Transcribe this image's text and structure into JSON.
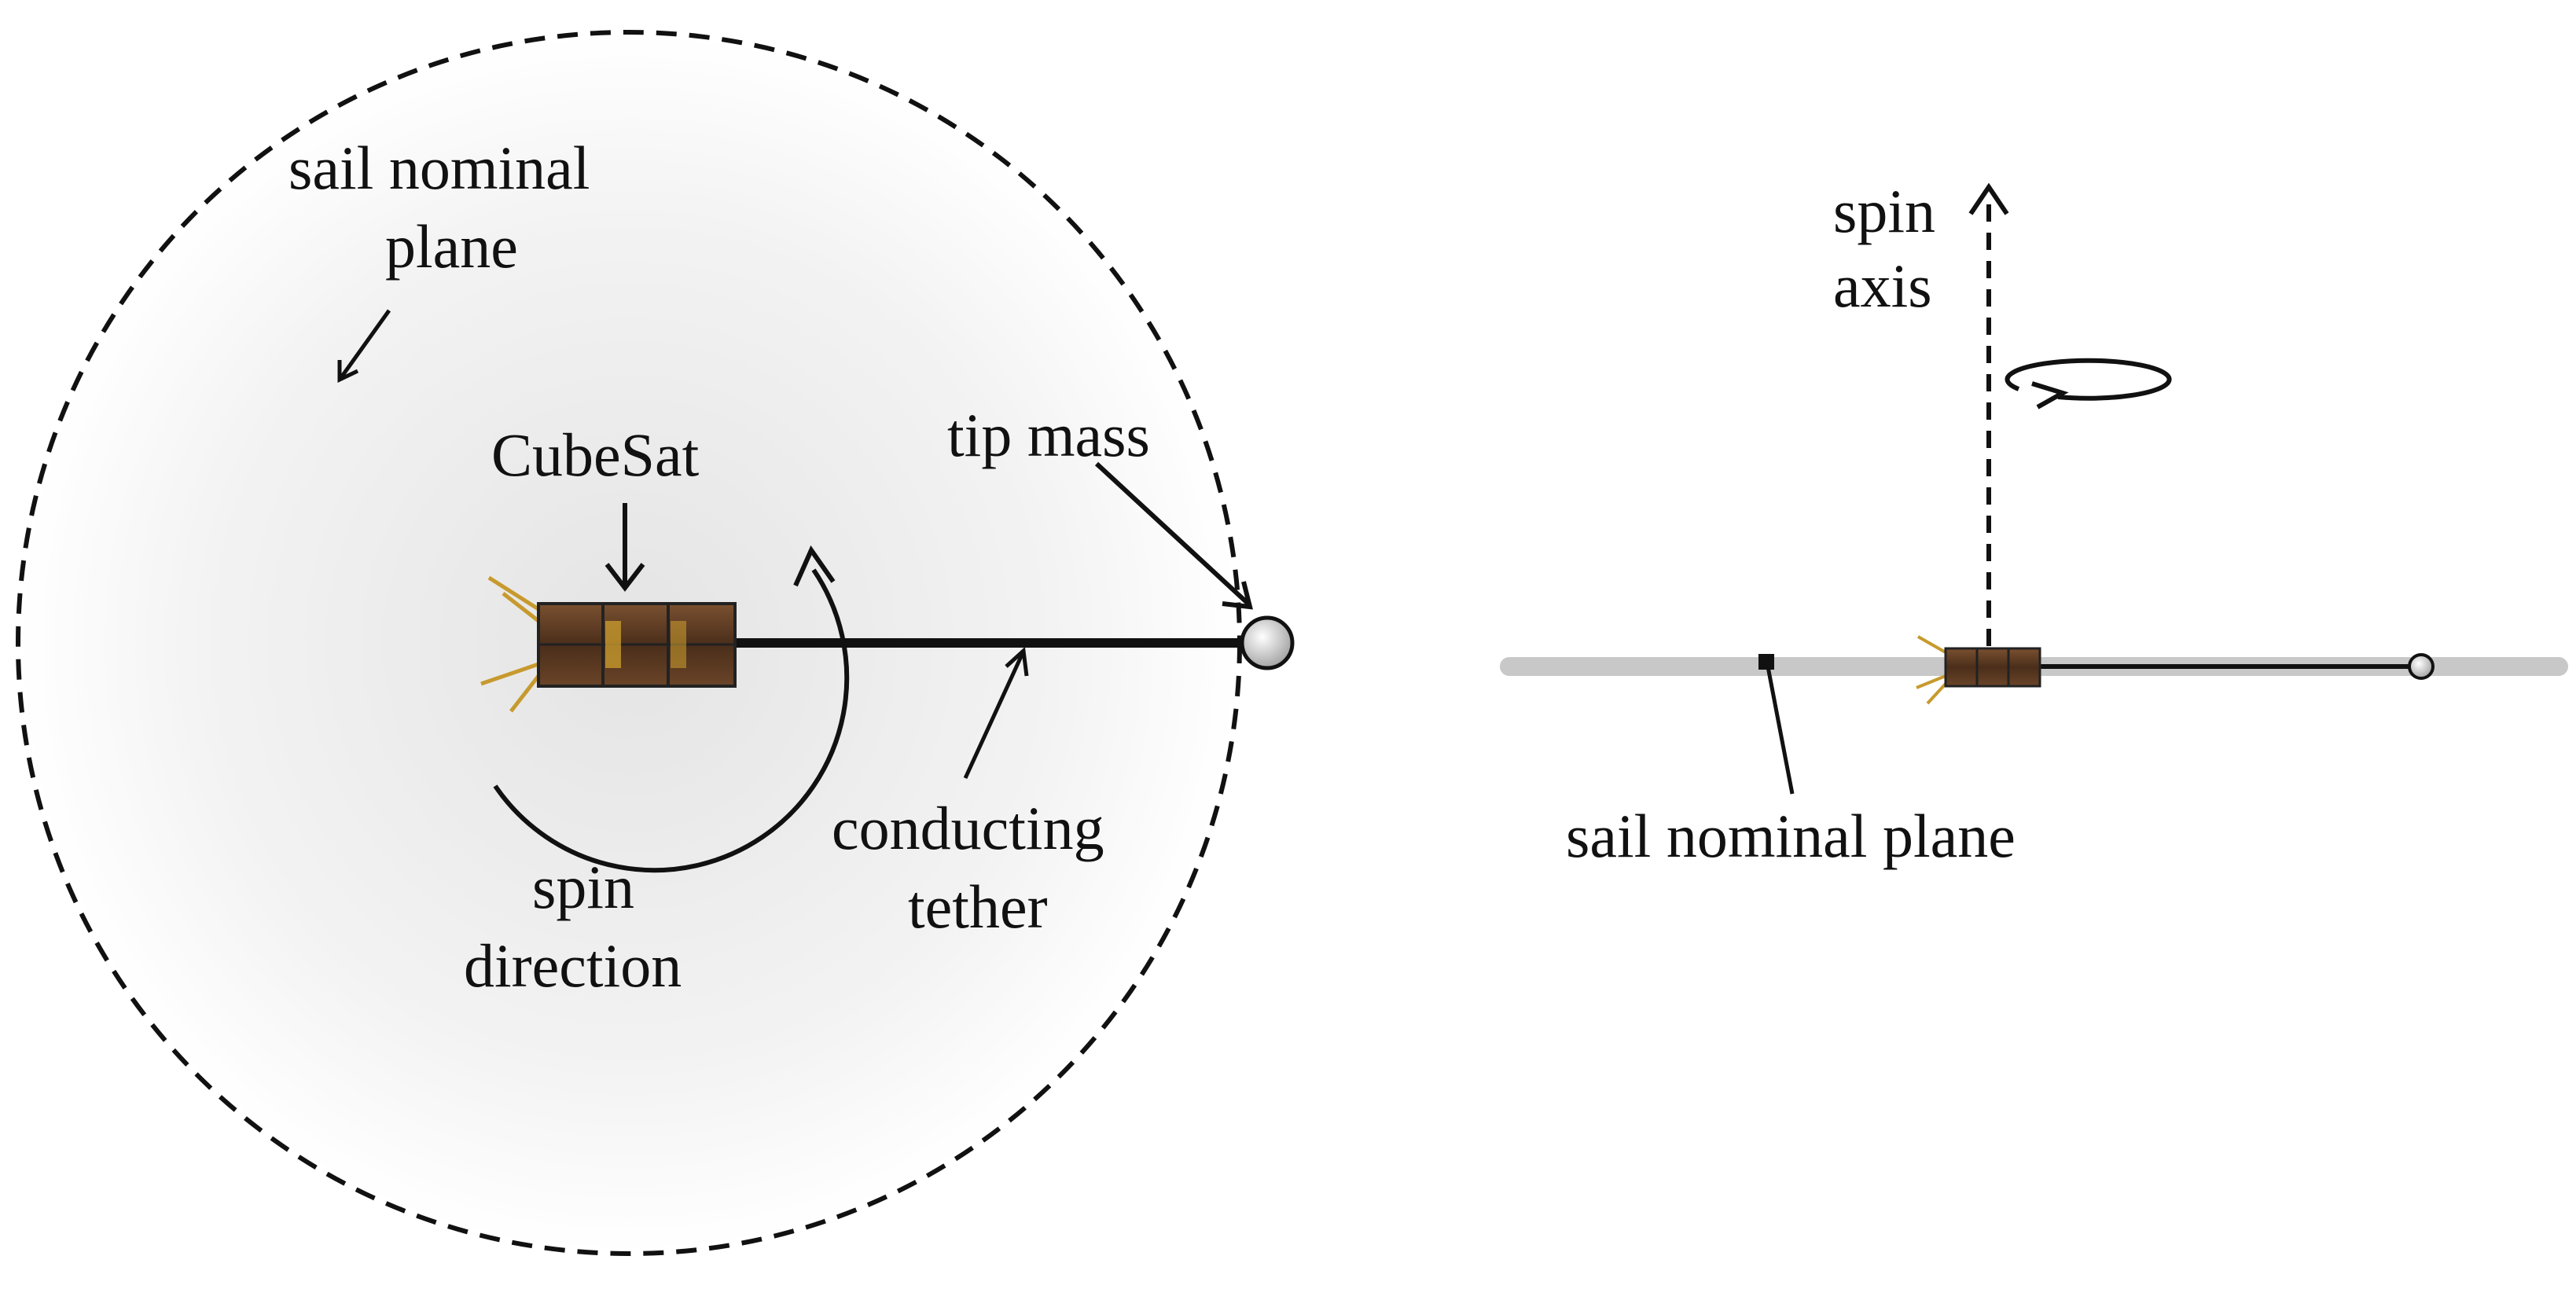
{
  "left_view": {
    "sail_label_line1": "sail nominal",
    "sail_label_line2": "plane",
    "cubesat_label": "CubeSat",
    "tip_mass_label": "tip mass",
    "tether_label_line1": "conducting",
    "tether_label_line2": "tether",
    "spin_label_line1": "spin",
    "spin_label_line2": "direction"
  },
  "right_view": {
    "axis_label_line1": "spin",
    "axis_label_line2": "axis",
    "plane_label": "sail nominal plane"
  },
  "colors": {
    "line": "#111111",
    "sail_edge_view": "#c8c8c8",
    "cubesat_body": "#5a3a22",
    "antenna": "#c79a2e",
    "tip_mass": "#d8d8d8"
  }
}
